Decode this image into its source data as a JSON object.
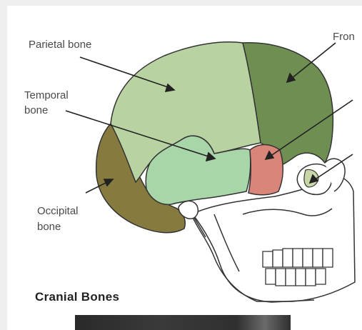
{
  "labels": {
    "parietal": "Parietal bone",
    "frontal": "Fron",
    "temporal_line1": "Temporal",
    "temporal_line2": "bone",
    "occipital_line1": "Occipital",
    "occipital_line2": "bone"
  },
  "title": "Cranial Bones",
  "colors": {
    "parietal": "#b9d2a1",
    "frontal": "#6e8e52",
    "temporal": "#a9d6a9",
    "occipital": "#877a3f",
    "sphenoid": "#d9857a",
    "outline": "#333333",
    "skull_white": "#ffffff"
  }
}
